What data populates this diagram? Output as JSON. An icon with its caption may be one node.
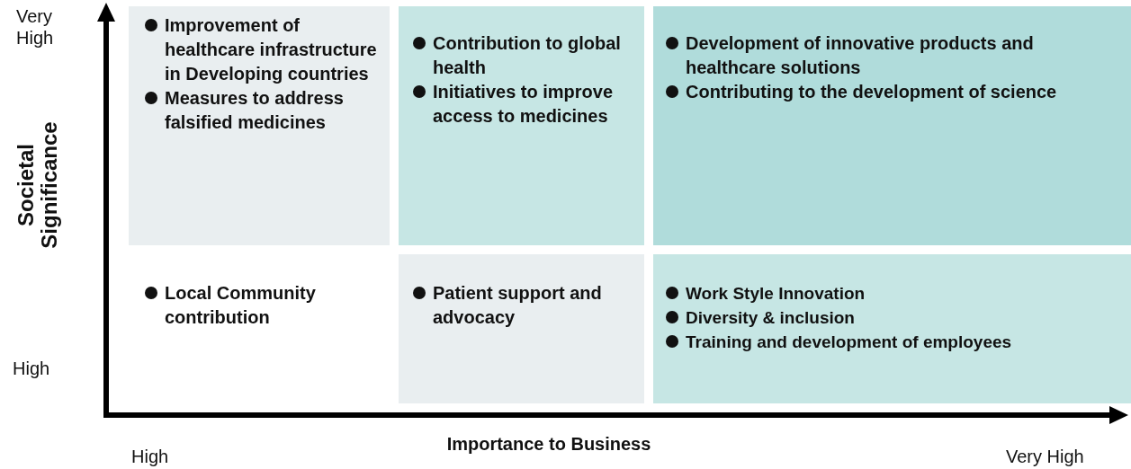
{
  "diagram": {
    "nodes": [
      {
        "text": [
          "Improvement of healthcare infrastructure in Developing countries",
          "Measures to address falsified medicines"
        ]
      },
      {
        "text": [
          "Contribution to global health",
          "Initiatives to improve access to medicines"
        ]
      },
      {
        "text": [
          "Development of innovative products and healthcare solutions",
          "Contributing to the development of science"
        ]
      },
      {
        "text": [
          "Local Community contribution"
        ]
      },
      {
        "text": [
          "Patient support and advocacy"
        ]
      },
      {
        "text": [
          "Work Style Innovation",
          "Diversity & inclusion",
          "Training and development of employees"
        ]
      }
    ],
    "labels": [
      "Very High",
      "Societal Significance",
      "High",
      "High",
      "Importance to Business",
      "Very High"
    ]
  }
}
